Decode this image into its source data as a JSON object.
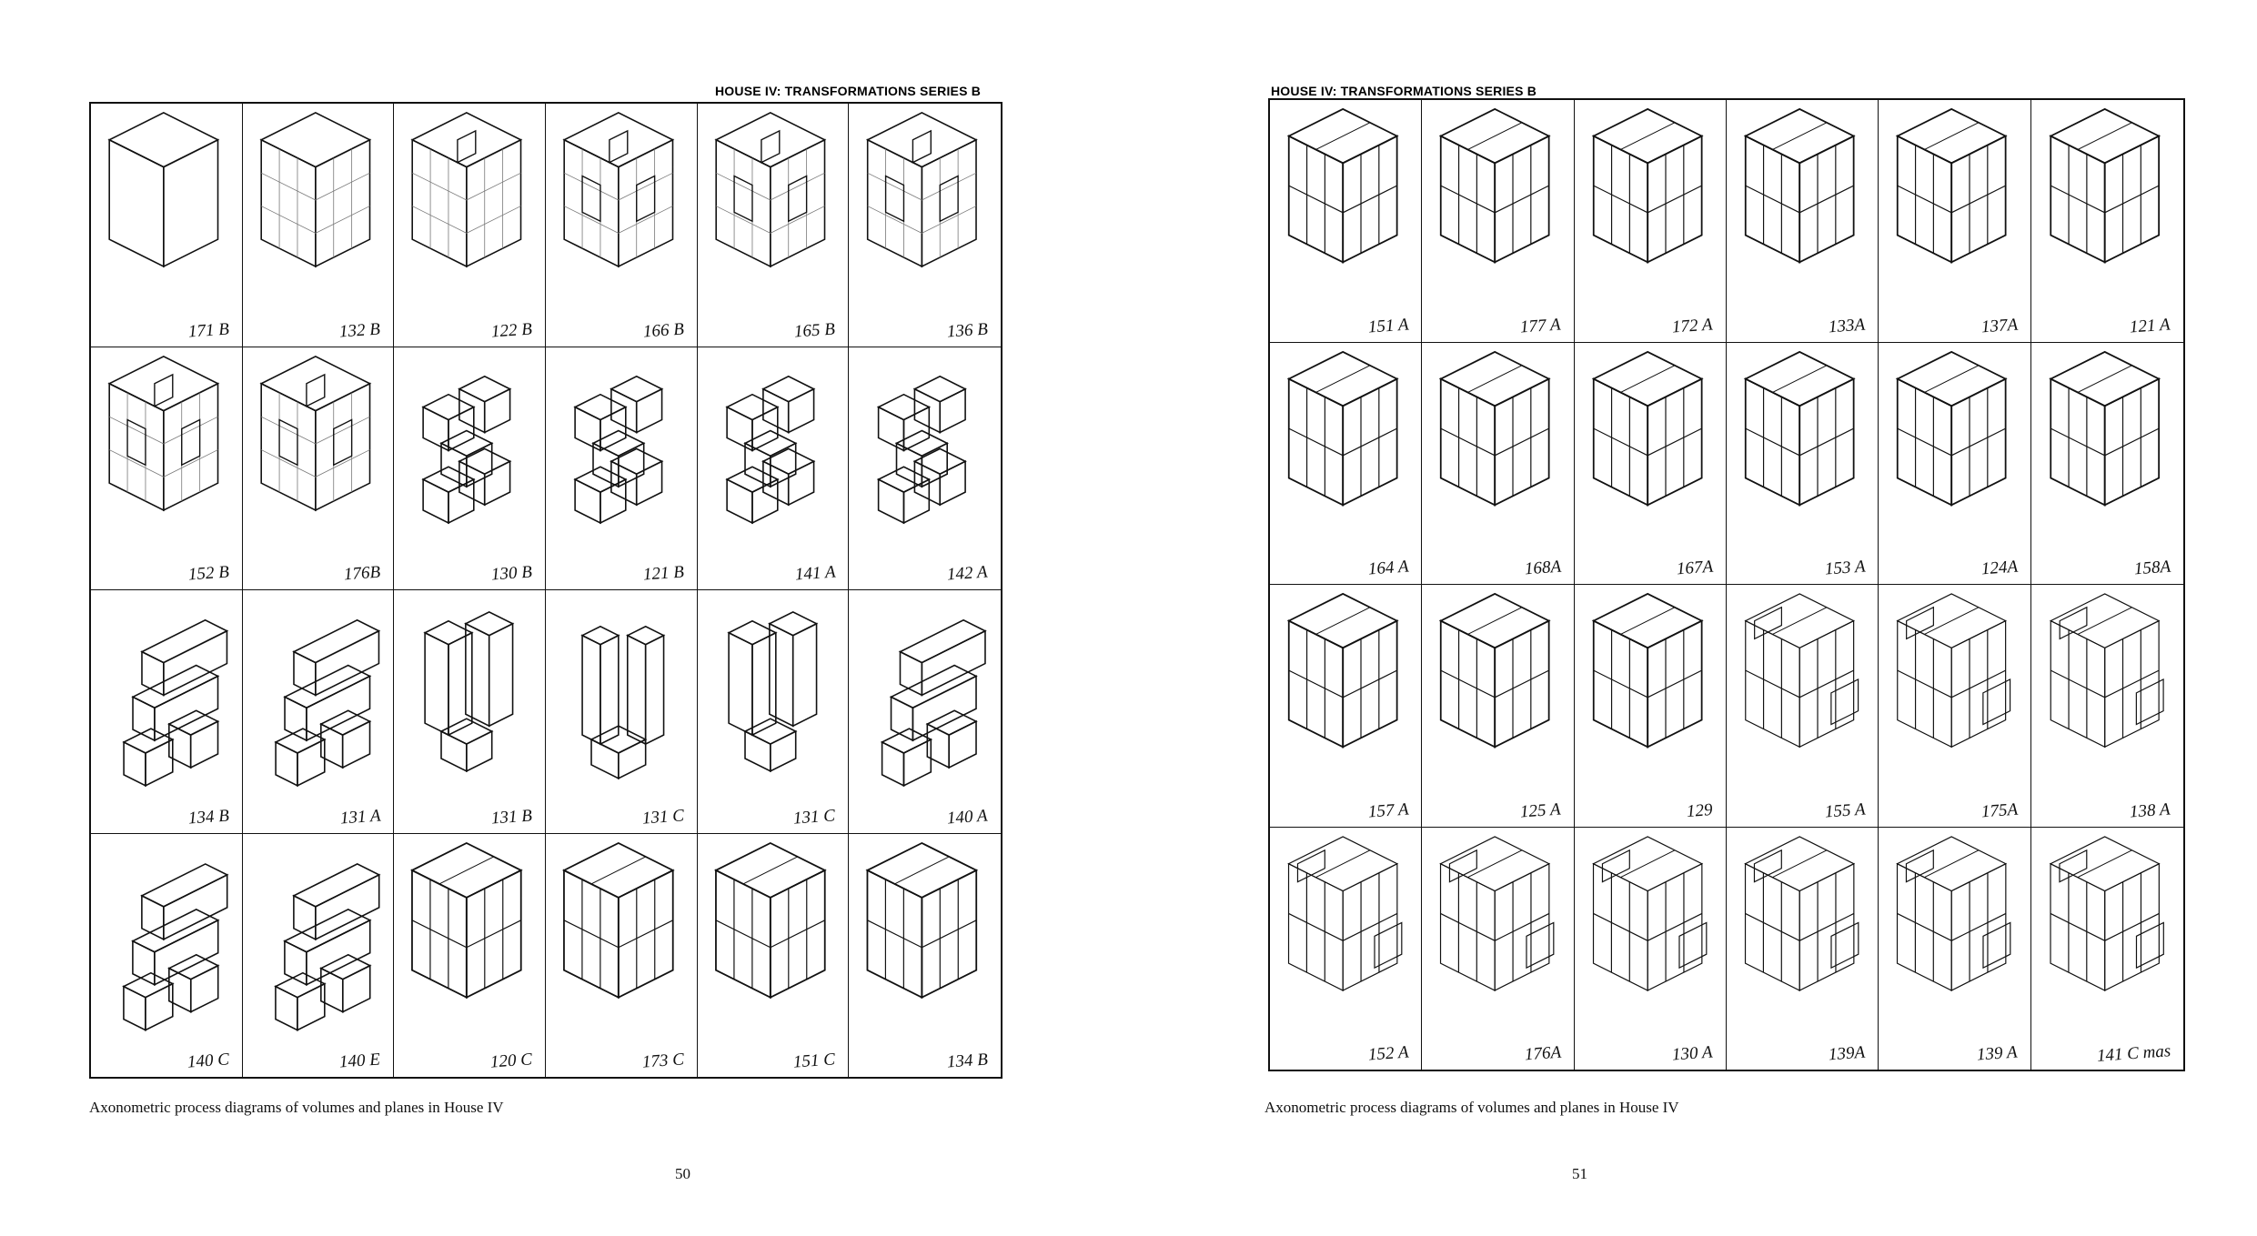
{
  "pages": [
    {
      "header": "HOUSE IV: TRANSFORMATIONS SERIES B",
      "caption": "Axonometric process diagrams of volumes and planes in House IV",
      "page_number": "50",
      "cells": [
        {
          "label": "171 B",
          "drawing": "solid-cube-icon"
        },
        {
          "label": "132 B",
          "drawing": "gridded-cube-icon"
        },
        {
          "label": "122 B",
          "drawing": "cube-center-void-icon"
        },
        {
          "label": "166 B",
          "drawing": "cube-voids-icon"
        },
        {
          "label": "165 B",
          "drawing": "cube-voids-icon"
        },
        {
          "label": "136 B",
          "drawing": "cube-voids-icon"
        },
        {
          "label": "152 B",
          "drawing": "cube-cross-void-icon"
        },
        {
          "label": "176B",
          "drawing": "cube-cross-void-icon"
        },
        {
          "label": "130 B",
          "drawing": "separated-cubes-icon"
        },
        {
          "label": "121 B",
          "drawing": "separated-cubes-icon"
        },
        {
          "label": "141 A",
          "drawing": "separated-cubes-icon"
        },
        {
          "label": "142 A",
          "drawing": "separated-cubes-icon"
        },
        {
          "label": "134 B",
          "drawing": "stacked-bars-icon"
        },
        {
          "label": "131 A",
          "drawing": "stacked-bars-icon"
        },
        {
          "label": "131 B",
          "drawing": "tilted-bars-icon"
        },
        {
          "label": "131 C",
          "drawing": "vertical-bars-icon"
        },
        {
          "label": "131 C",
          "drawing": "tilted-bars-icon"
        },
        {
          "label": "140 A",
          "drawing": "stacked-bars-icon"
        },
        {
          "label": "140 C",
          "drawing": "stacked-bars-icon"
        },
        {
          "label": "140 E",
          "drawing": "stacked-bars-icon"
        },
        {
          "label": "120 C",
          "drawing": "frame-cube-icon"
        },
        {
          "label": "173 C",
          "drawing": "frame-cube-icon"
        },
        {
          "label": "151 C",
          "drawing": "frame-cube-icon"
        },
        {
          "label": "134 B",
          "drawing": "frame-cube-icon"
        }
      ]
    },
    {
      "header": "HOUSE IV: TRANSFORMATIONS SERIES B",
      "caption": "Axonometric process diagrams of volumes and planes in House IV",
      "page_number": "51",
      "cells": [
        {
          "label": "151 A",
          "drawing": "frame-cube-icon"
        },
        {
          "label": "177 A",
          "drawing": "frame-cube-icon"
        },
        {
          "label": "172 A",
          "drawing": "frame-cube-icon"
        },
        {
          "label": "133A",
          "drawing": "frame-cube-icon"
        },
        {
          "label": "137A",
          "drawing": "frame-cube-icon"
        },
        {
          "label": "121 A",
          "drawing": "frame-cube-icon"
        },
        {
          "label": "164 A",
          "drawing": "frame-cube-icon"
        },
        {
          "label": "168A",
          "drawing": "frame-cube-icon"
        },
        {
          "label": "167A",
          "drawing": "frame-cube-icon"
        },
        {
          "label": "153 A",
          "drawing": "frame-cube-icon"
        },
        {
          "label": "124A",
          "drawing": "frame-cube-icon"
        },
        {
          "label": "158A",
          "drawing": "frame-cube-icon"
        },
        {
          "label": "157 A",
          "drawing": "frame-cube-icon"
        },
        {
          "label": "125 A",
          "drawing": "frame-cube-icon"
        },
        {
          "label": "129",
          "drawing": "frame-cube-icon"
        },
        {
          "label": "155 A",
          "drawing": "exploded-frame-icon"
        },
        {
          "label": "175A",
          "drawing": "exploded-frame-icon"
        },
        {
          "label": "138 A",
          "drawing": "exploded-frame-icon"
        },
        {
          "label": "152 A",
          "drawing": "exploded-frame-icon"
        },
        {
          "label": "176A",
          "drawing": "exploded-frame-icon"
        },
        {
          "label": "130 A",
          "drawing": "exploded-frame-icon"
        },
        {
          "label": "139A",
          "drawing": "exploded-frame-icon"
        },
        {
          "label": "139 A",
          "drawing": "exploded-frame-icon"
        },
        {
          "label": "141 C mas",
          "drawing": "exploded-frame-icon"
        }
      ]
    }
  ]
}
